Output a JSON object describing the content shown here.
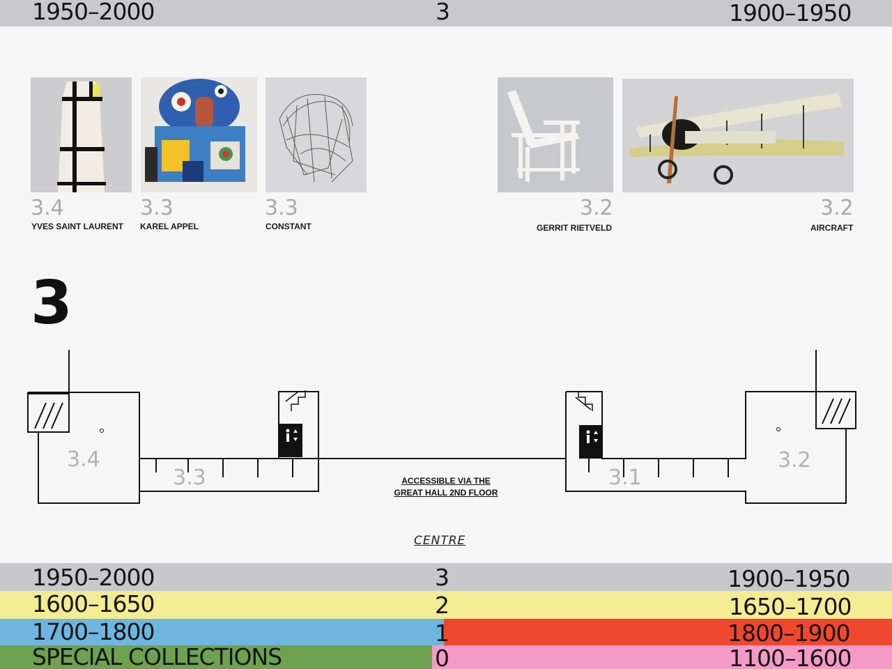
{
  "top_bar": {
    "left": "1950–2000",
    "center": "3",
    "right": "1900–1950"
  },
  "exhibits": [
    {
      "code": "3.4",
      "name": "YVES SAINT LAURENT"
    },
    {
      "code": "3.3",
      "name": "KAREL APPEL"
    },
    {
      "code": "3.3",
      "name": "CONSTANT"
    },
    {
      "code": "3.2",
      "name": "GERRIT RIETVELD"
    },
    {
      "code": "3.2",
      "name": "AIRCRAFT"
    }
  ],
  "floor_number": "3",
  "map": {
    "rooms": [
      "3.4",
      "3.3",
      "3.1",
      "3.2"
    ],
    "note_line1": "ACCESSIBLE VIA THE",
    "note_line2": "GREAT HALL 2ND FLOOR",
    "centre": "CENTRE"
  },
  "floor_bars": [
    {
      "left": "1950–2000",
      "floor": "3",
      "right": "1900–1950",
      "left_color": "#c8c8cb",
      "right_color": "#c8c8cb"
    },
    {
      "left": "1600–1650",
      "floor": "2",
      "right": "1650–1700",
      "left_color": "#f3ec93",
      "right_color": "#f3ec93"
    },
    {
      "left": "1700–1800",
      "floor": "1",
      "right": "1800–1900",
      "left_color": "#6eb6de",
      "right_color": "#f0472f"
    },
    {
      "left": "SPECIAL COLLECTIONS",
      "floor": "0",
      "right": "1100–1600",
      "left_color": "#6fa250",
      "right_color": "#f49ac7"
    }
  ]
}
